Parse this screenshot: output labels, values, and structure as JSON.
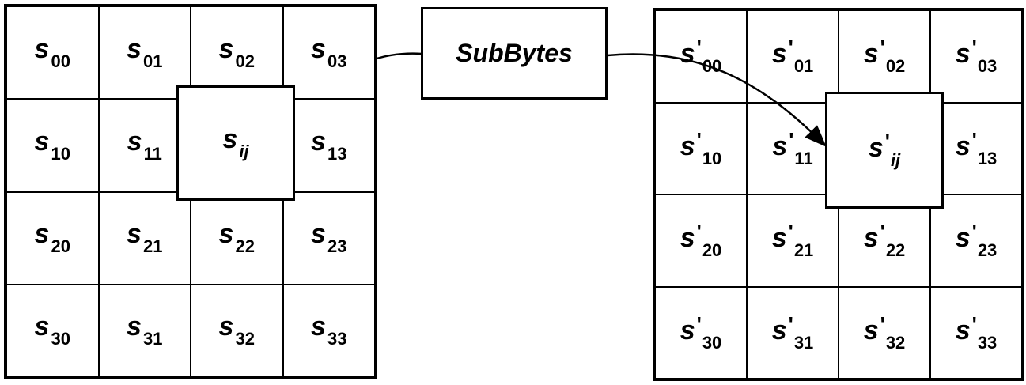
{
  "input_state": {
    "symbol": "s",
    "cells": [
      [
        "00",
        "01",
        "02",
        "03"
      ],
      [
        "10",
        "11",
        "",
        "13"
      ],
      [
        "20",
        "21",
        "22",
        "23"
      ],
      [
        "30",
        "31",
        "32",
        "33"
      ]
    ],
    "focus_subscript": "ij"
  },
  "operation": {
    "label": "SubBytes"
  },
  "output_state": {
    "symbol": "s",
    "prime": "'",
    "cells": [
      [
        "00",
        "01",
        "02",
        "03"
      ],
      [
        "10",
        "11",
        "",
        "13"
      ],
      [
        "20",
        "21",
        "22",
        "23"
      ],
      [
        "30",
        "31",
        "32",
        "33"
      ]
    ],
    "focus_subscript": "ij"
  }
}
